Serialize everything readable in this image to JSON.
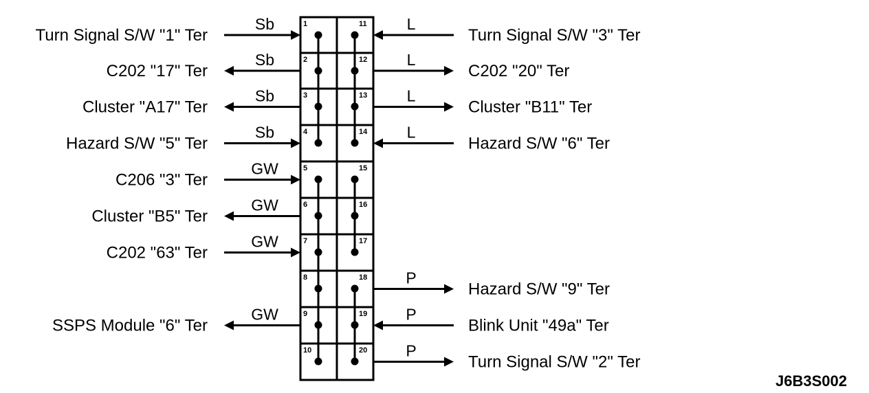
{
  "connector": {
    "pins_left": [
      "1",
      "2",
      "3",
      "4",
      "5",
      "6",
      "7",
      "8",
      "9",
      "10"
    ],
    "pins_right": [
      "11",
      "12",
      "13",
      "14",
      "15",
      "16",
      "17",
      "18",
      "19",
      "20"
    ]
  },
  "left_rows": [
    {
      "row": 0,
      "label": "Turn Signal S/W  \"1\" Ter",
      "wire": "Sb",
      "dir": "in"
    },
    {
      "row": 1,
      "label": "C202  \"17\" Ter",
      "wire": "Sb",
      "dir": "out"
    },
    {
      "row": 2,
      "label": "Cluster  \"A17\" Ter",
      "wire": "Sb",
      "dir": "out"
    },
    {
      "row": 3,
      "label": "Hazard S/W  \"5\" Ter",
      "wire": "Sb",
      "dir": "in"
    },
    {
      "row": 4,
      "label": "C206  \"3\" Ter",
      "wire": "GW",
      "dir": "in"
    },
    {
      "row": 5,
      "label": "Cluster  \"B5\" Ter",
      "wire": "GW",
      "dir": "out"
    },
    {
      "row": 6,
      "label": "C202  \"63\" Ter",
      "wire": "GW",
      "dir": "in"
    },
    {
      "row": 8,
      "label": "SSPS Module \"6\" Ter",
      "wire": "GW",
      "dir": "out"
    }
  ],
  "right_rows": [
    {
      "row": 0,
      "label": "Turn Signal S/W  \"3\" Ter",
      "wire": "L",
      "dir": "in"
    },
    {
      "row": 1,
      "label": "C202  \"20\" Ter",
      "wire": "L",
      "dir": "out"
    },
    {
      "row": 2,
      "label": "Cluster  \"B11\" Ter",
      "wire": "L",
      "dir": "out"
    },
    {
      "row": 3,
      "label": "Hazard S/W  \"6\" Ter",
      "wire": "L",
      "dir": "in"
    },
    {
      "row": 7,
      "label": "Hazard S/W  \"9\" Ter",
      "wire": "P",
      "dir": "out"
    },
    {
      "row": 8,
      "label": "Blink Unit  \"49a\" Ter",
      "wire": "P",
      "dir": "in"
    },
    {
      "row": 9,
      "label": "Turn Signal S/W  \"2\" Ter",
      "wire": "P",
      "dir": "out"
    }
  ],
  "diagram_code": "J6B3S002"
}
